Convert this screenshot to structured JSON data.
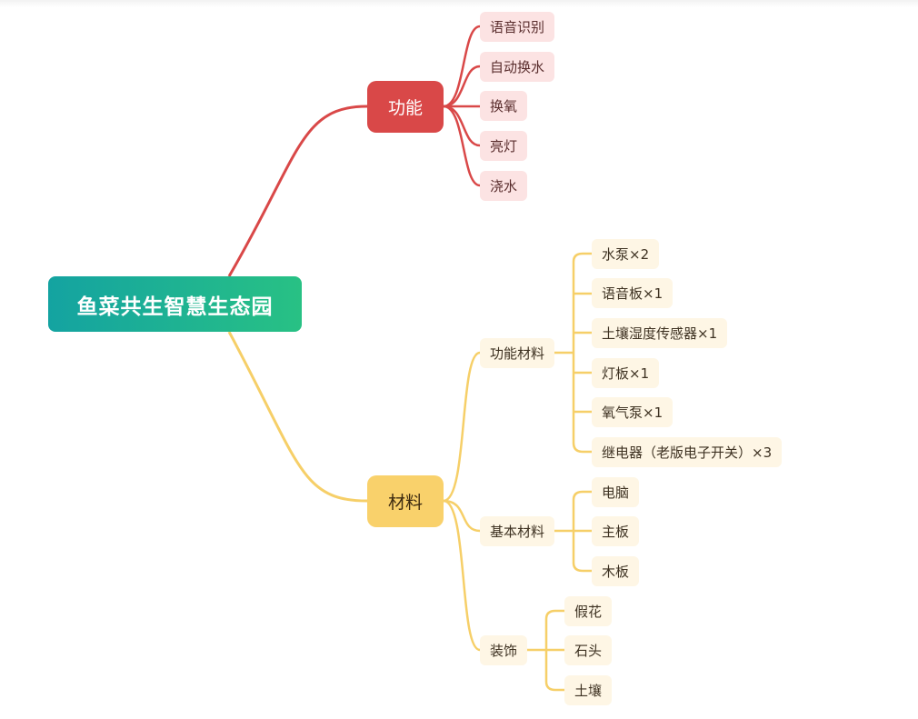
{
  "root": {
    "label": "鱼菜共生智慧生态园"
  },
  "branches": {
    "function": {
      "label": "功能",
      "color": "#d94848",
      "items": [
        "语音识别",
        "自动换水",
        "换氧",
        "亮灯",
        "浇水"
      ]
    },
    "materials": {
      "label": "材料",
      "color": "#f9d16b",
      "groups": [
        {
          "label": "功能材料",
          "items": [
            "水泵×2",
            "语音板×1",
            "土壤湿度传感器×1",
            "灯板×1",
            "氧气泵×1",
            "继电器（老版电子开关）×3"
          ]
        },
        {
          "label": "基本材料",
          "items": [
            "电脑",
            "主板",
            "木板"
          ]
        },
        {
          "label": "装饰",
          "items": [
            "假花",
            "石头",
            "土壤"
          ]
        }
      ]
    }
  }
}
